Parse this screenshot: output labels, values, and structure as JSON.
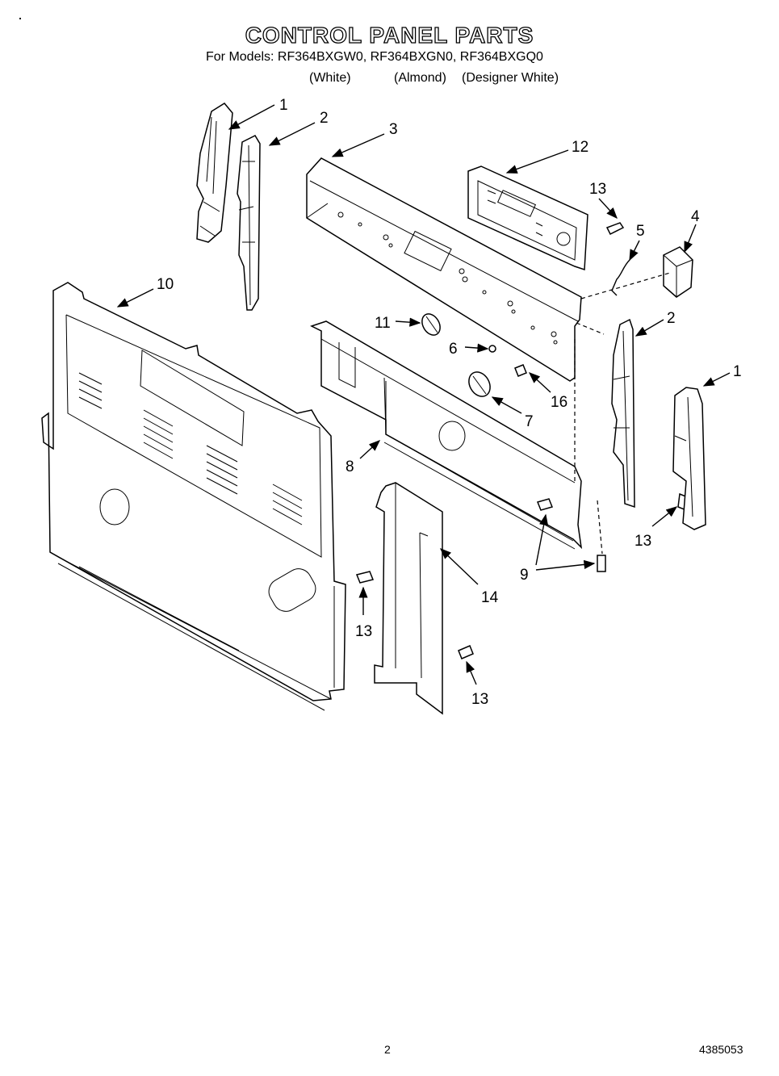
{
  "header": {
    "title": "CONTROL PANEL PARTS",
    "models_line": "For Models: RF364BXGW0, RF364BXGN0, RF364BXGQ0",
    "variants": [
      "(White)",
      "(Almond)",
      "(Designer White)"
    ]
  },
  "callouts": {
    "c1a": "1",
    "c2a": "2",
    "c3": "3",
    "c12": "12",
    "c13a": "13",
    "c5": "5",
    "c4": "4",
    "c10": "10",
    "c11": "11",
    "c2b": "2",
    "c6": "6",
    "c1b": "1",
    "c16": "16",
    "c7": "7",
    "c8": "8",
    "c13b": "13",
    "c9": "9",
    "c14": "14",
    "c13c": "13",
    "c13d": "13"
  },
  "footer": {
    "page_number": "2",
    "document_number": "4385053"
  }
}
